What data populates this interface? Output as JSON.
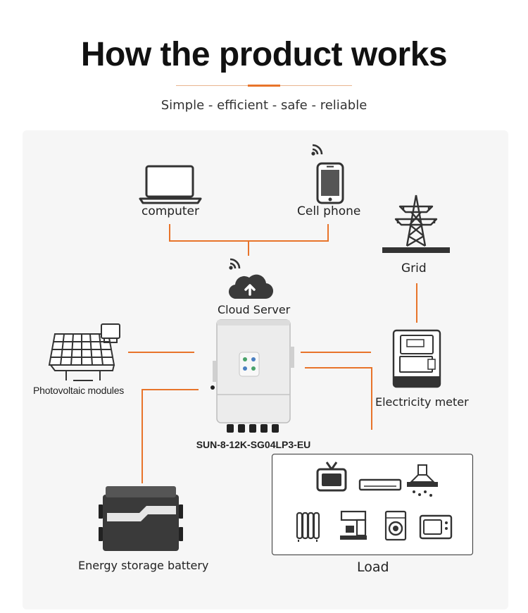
{
  "header": {
    "title": "How the product works",
    "subtitle": "Simple - efficient - safe - reliable"
  },
  "nodes": {
    "computer": "computer",
    "cell_phone": "Cell phone",
    "grid": "Grid",
    "cloud_server": "Cloud Server",
    "pv_modules": "Photovoltaic modules",
    "electricity_meter": "Electricity meter",
    "inverter_model": "SUN-8-12K-SG04LP3-EU",
    "battery": "Energy storage battery",
    "load": "Load"
  },
  "load_appliances": [
    "tv-icon",
    "air-conditioner-icon",
    "range-hood-icon",
    "radiator-icon",
    "coffee-machine-icon",
    "washing-machine-icon",
    "microwave-icon"
  ],
  "colors": {
    "wire": "#e8742a",
    "accent": "#e8742a",
    "icon_stroke": "#333333",
    "background_panel": "#f6f6f6"
  }
}
